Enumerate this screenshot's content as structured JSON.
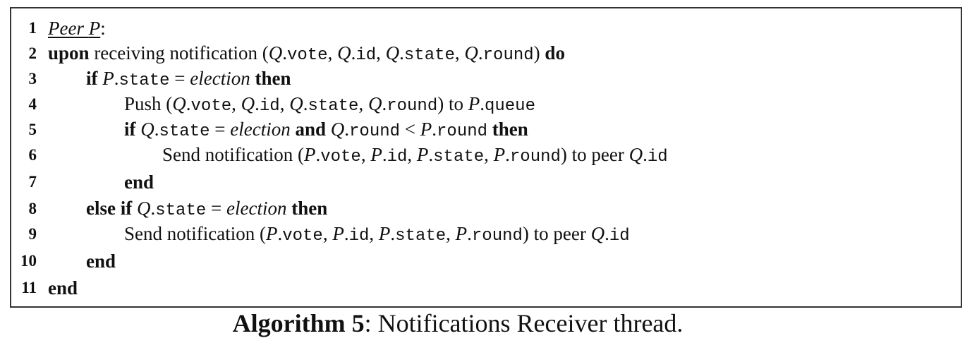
{
  "algorithm": {
    "lines": [
      {
        "num": "1",
        "tokens": [
          {
            "t": "Peer",
            "s": "it ul"
          },
          {
            "t": " ",
            "s": "ul"
          },
          {
            "t": "P",
            "s": "it ul"
          },
          {
            "t": ":",
            "s": ""
          }
        ]
      },
      {
        "num": "2",
        "tokens": [
          {
            "t": "upon",
            "s": "kw"
          },
          {
            "t": " receiving notification (",
            "s": ""
          },
          {
            "t": "Q",
            "s": "it"
          },
          {
            "t": ".",
            "s": ""
          },
          {
            "t": "vote",
            "s": "mono"
          },
          {
            "t": ", ",
            "s": ""
          },
          {
            "t": "Q",
            "s": "it"
          },
          {
            "t": ".",
            "s": ""
          },
          {
            "t": "id",
            "s": "mono"
          },
          {
            "t": ", ",
            "s": ""
          },
          {
            "t": "Q",
            "s": "it"
          },
          {
            "t": ".",
            "s": ""
          },
          {
            "t": "state",
            "s": "mono"
          },
          {
            "t": ", ",
            "s": ""
          },
          {
            "t": "Q",
            "s": "it"
          },
          {
            "t": ".",
            "s": ""
          },
          {
            "t": "round",
            "s": "mono"
          },
          {
            "t": ") ",
            "s": ""
          },
          {
            "t": "do",
            "s": "kw"
          }
        ]
      },
      {
        "num": "3",
        "tokens": [
          {
            "t": "if",
            "s": "kw"
          },
          {
            "t": " ",
            "s": ""
          },
          {
            "t": "P",
            "s": "it"
          },
          {
            "t": ".",
            "s": ""
          },
          {
            "t": "state",
            "s": "mono"
          },
          {
            "t": " = ",
            "s": ""
          },
          {
            "t": "election",
            "s": "it"
          },
          {
            "t": " ",
            "s": ""
          },
          {
            "t": "then",
            "s": "kw"
          }
        ]
      },
      {
        "num": "4",
        "tokens": [
          {
            "t": "Push (",
            "s": ""
          },
          {
            "t": "Q",
            "s": "it"
          },
          {
            "t": ".",
            "s": ""
          },
          {
            "t": "vote",
            "s": "mono"
          },
          {
            "t": ", ",
            "s": ""
          },
          {
            "t": "Q",
            "s": "it"
          },
          {
            "t": ".",
            "s": ""
          },
          {
            "t": "id",
            "s": "mono"
          },
          {
            "t": ", ",
            "s": ""
          },
          {
            "t": "Q",
            "s": "it"
          },
          {
            "t": ".",
            "s": ""
          },
          {
            "t": "state",
            "s": "mono"
          },
          {
            "t": ", ",
            "s": ""
          },
          {
            "t": "Q",
            "s": "it"
          },
          {
            "t": ".",
            "s": ""
          },
          {
            "t": "round",
            "s": "mono"
          },
          {
            "t": ") to ",
            "s": ""
          },
          {
            "t": "P",
            "s": "it"
          },
          {
            "t": ".",
            "s": ""
          },
          {
            "t": "queue",
            "s": "mono"
          }
        ]
      },
      {
        "num": "5",
        "tokens": [
          {
            "t": "if",
            "s": "kw"
          },
          {
            "t": " ",
            "s": ""
          },
          {
            "t": "Q",
            "s": "it"
          },
          {
            "t": ".",
            "s": ""
          },
          {
            "t": "state",
            "s": "mono"
          },
          {
            "t": " = ",
            "s": ""
          },
          {
            "t": "election",
            "s": "it"
          },
          {
            "t": " ",
            "s": ""
          },
          {
            "t": "and",
            "s": "kw"
          },
          {
            "t": " ",
            "s": ""
          },
          {
            "t": "Q",
            "s": "it"
          },
          {
            "t": ".",
            "s": ""
          },
          {
            "t": "round",
            "s": "mono"
          },
          {
            "t": " < ",
            "s": ""
          },
          {
            "t": "P",
            "s": "it"
          },
          {
            "t": ".",
            "s": ""
          },
          {
            "t": "round",
            "s": "mono"
          },
          {
            "t": " ",
            "s": ""
          },
          {
            "t": "then",
            "s": "kw"
          }
        ]
      },
      {
        "num": "6",
        "tokens": [
          {
            "t": "Send notification (",
            "s": ""
          },
          {
            "t": "P",
            "s": "it"
          },
          {
            "t": ".",
            "s": ""
          },
          {
            "t": "vote",
            "s": "mono"
          },
          {
            "t": ", ",
            "s": ""
          },
          {
            "t": "P",
            "s": "it"
          },
          {
            "t": ".",
            "s": ""
          },
          {
            "t": "id",
            "s": "mono"
          },
          {
            "t": ", ",
            "s": ""
          },
          {
            "t": "P",
            "s": "it"
          },
          {
            "t": ".",
            "s": ""
          },
          {
            "t": "state",
            "s": "mono"
          },
          {
            "t": ", ",
            "s": ""
          },
          {
            "t": "P",
            "s": "it"
          },
          {
            "t": ".",
            "s": ""
          },
          {
            "t": "round",
            "s": "mono"
          },
          {
            "t": ") to peer ",
            "s": ""
          },
          {
            "t": "Q",
            "s": "it"
          },
          {
            "t": ".",
            "s": ""
          },
          {
            "t": "id",
            "s": "mono"
          }
        ]
      },
      {
        "num": "7",
        "tokens": [
          {
            "t": "end",
            "s": "kw"
          }
        ]
      },
      {
        "num": "8",
        "tokens": [
          {
            "t": "else if",
            "s": "kw"
          },
          {
            "t": " ",
            "s": ""
          },
          {
            "t": "Q",
            "s": "it"
          },
          {
            "t": ".",
            "s": ""
          },
          {
            "t": "state",
            "s": "mono"
          },
          {
            "t": " = ",
            "s": ""
          },
          {
            "t": "election",
            "s": "it"
          },
          {
            "t": " ",
            "s": ""
          },
          {
            "t": "then",
            "s": "kw"
          }
        ]
      },
      {
        "num": "9",
        "tokens": [
          {
            "t": "Send notification (",
            "s": ""
          },
          {
            "t": "P",
            "s": "it"
          },
          {
            "t": ".",
            "s": ""
          },
          {
            "t": "vote",
            "s": "mono"
          },
          {
            "t": ", ",
            "s": ""
          },
          {
            "t": "P",
            "s": "it"
          },
          {
            "t": ".",
            "s": ""
          },
          {
            "t": "id",
            "s": "mono"
          },
          {
            "t": ", ",
            "s": ""
          },
          {
            "t": "P",
            "s": "it"
          },
          {
            "t": ".",
            "s": ""
          },
          {
            "t": "state",
            "s": "mono"
          },
          {
            "t": ", ",
            "s": ""
          },
          {
            "t": "P",
            "s": "it"
          },
          {
            "t": ".",
            "s": ""
          },
          {
            "t": "round",
            "s": "mono"
          },
          {
            "t": ") to peer ",
            "s": ""
          },
          {
            "t": "Q",
            "s": "it"
          },
          {
            "t": ".",
            "s": ""
          },
          {
            "t": "id",
            "s": "mono"
          }
        ]
      },
      {
        "num": "10",
        "tokens": [
          {
            "t": "end",
            "s": "kw"
          }
        ]
      },
      {
        "num": "11",
        "tokens": [
          {
            "t": "end",
            "s": "kw"
          }
        ]
      }
    ]
  },
  "caption": {
    "label": "Algorithm 5",
    "text": ": Notifications Receiver thread."
  }
}
